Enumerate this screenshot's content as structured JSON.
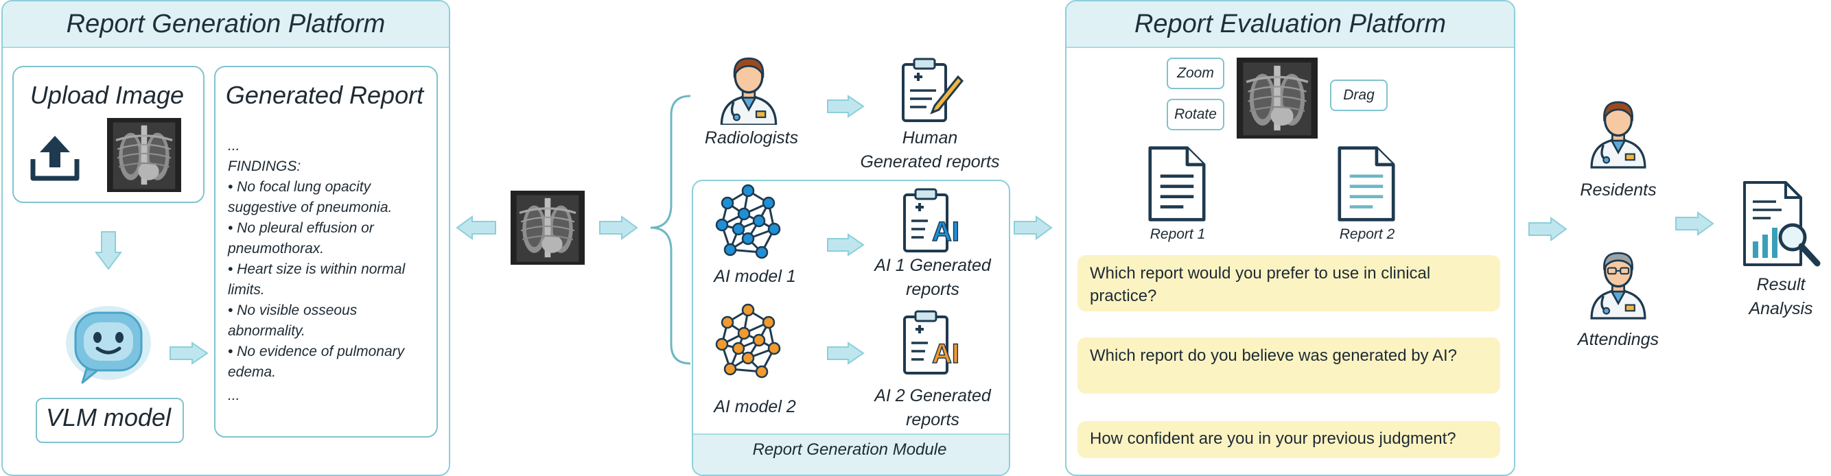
{
  "generation_platform": {
    "title": "Report Generation Platform",
    "upload_label": "Upload Image",
    "report_title": "Generated Report",
    "model_label": "VLM model",
    "report_lines": [
      "...",
      "FINDINGS:",
      "• No focal lung opacity",
      "suggestive of pneumonia.",
      "• No pleural effusion or",
      "pneumothorax.",
      "• Heart size is within normal",
      "limits.",
      "• No visible osseous",
      "abnormality.",
      "• No evidence of pulmonary",
      "edema.",
      "..."
    ]
  },
  "middle": {
    "radiologists_label": "Radiologists",
    "human_reports_label": [
      "Human",
      "Generated reports"
    ],
    "ai_model_1_label": "AI model 1",
    "ai_model_2_label": "AI model 2",
    "ai1_reports_label": [
      "AI 1 Generated",
      "reports"
    ],
    "ai2_reports_label": [
      "AI 2 Generated",
      "reports"
    ],
    "module_label": "Report Generation Module",
    "ai_badge": "AI"
  },
  "evaluation_platform": {
    "title": "Report Evaluation Platform",
    "tools": {
      "zoom": "Zoom",
      "rotate": "Rotate",
      "drag": "Drag"
    },
    "report1_label": "Report 1",
    "report2_label": "Report 2",
    "questions": [
      "Which report would you prefer to use in clinical practice?",
      "Which report do you believe was generated by AI?",
      "How confident are you in your previous judgment?"
    ]
  },
  "evaluators": {
    "residents_label": "Residents",
    "attendings_label": "Attendings",
    "result_label": [
      "Result",
      "Analysis"
    ]
  },
  "colors": {
    "panel_border": "#8ccfda",
    "panel_header": "#dff1f5",
    "arrow_fill": "#bfe6ee",
    "question_bg": "#fbf3c2",
    "ai1_node": "#1f8fd6",
    "ai2_node": "#f29a2e",
    "icon_dark": "#1e3a4f"
  }
}
